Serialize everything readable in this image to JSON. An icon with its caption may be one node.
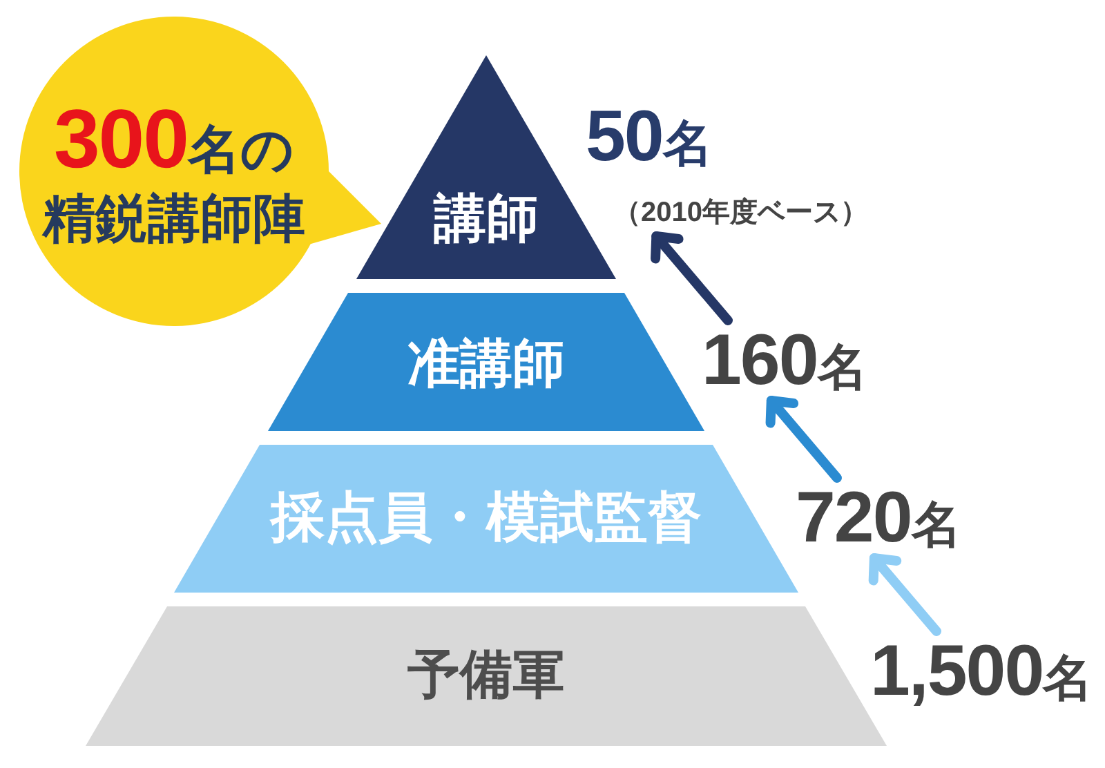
{
  "diagram": {
    "nodes": [
      {
        "text": [
          "**300**名の精鋭講師陣"
        ]
      },
      {
        "text": [
          "講師"
        ]
      },
      {
        "text": [
          "准講師"
        ]
      },
      {
        "text": [
          "採点員・模試監督"
        ]
      },
      {
        "text": [
          "予備軍"
        ]
      },
      {
        "text": [
          "**50**名",
          "（2010年度ベース）"
        ]
      },
      {
        "text": [
          "**160**名"
        ]
      },
      {
        "text": [
          "**720**名"
        ]
      },
      {
        "text": [
          "**1,500**名"
        ]
      }
    ],
    "edges": [
      {
        "from": 8,
        "to": 7,
        "arrow": "to",
        "color": "#8fcdf5"
      },
      {
        "from": 7,
        "to": 6,
        "arrow": "to",
        "color": "#2b8bd1"
      },
      {
        "from": 6,
        "to": 5,
        "arrow": "to",
        "color": "#253766"
      }
    ]
  }
}
